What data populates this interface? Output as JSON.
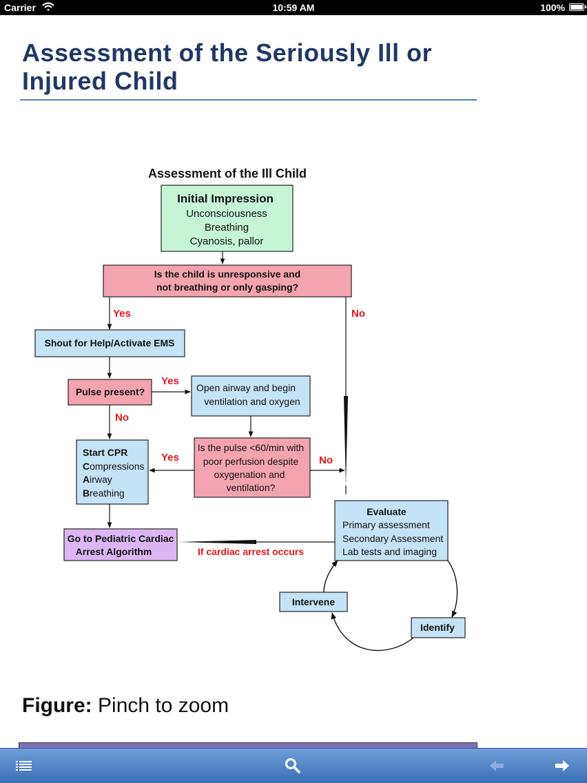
{
  "status_bar": {
    "carrier": "Carrier",
    "time": "10:59 AM",
    "battery": "100%"
  },
  "page": {
    "title": "Assessment of the Seriously Ill or Injured Child"
  },
  "diagram": {
    "heading": "Assessment of the Ill Child",
    "initial_impression": {
      "title": "Initial Impression",
      "lines": [
        "Unconsciousness",
        "Breathing",
        "Cyanosis, pallor"
      ]
    },
    "question1": {
      "lines": [
        "Is the child is unresponsive and",
        "not breathing or only gasping?"
      ]
    },
    "shout": "Shout for Help/Activate EMS",
    "pulse_present": "Pulse present?",
    "open_airway": {
      "lines": [
        "Open airway and begin",
        "ventilation and oxygen"
      ]
    },
    "pulse_question": {
      "lines": [
        "Is the pulse <60/min with",
        "poor perfusion despite",
        "oxygenation and",
        "ventilation?"
      ]
    },
    "cpr": {
      "lines": [
        {
          "bold": "Start CPR",
          "rest": ""
        },
        {
          "bold": "C",
          "rest": "ompressions"
        },
        {
          "bold": "A",
          "rest": "irway"
        },
        {
          "bold": "B",
          "rest": "reathing"
        }
      ]
    },
    "cardiac_algorithm": {
      "lines": [
        "Go to Pediatric Cardiac",
        "Arrest Algorithm"
      ]
    },
    "evaluate": {
      "title": "Evaluate",
      "lines": [
        "Primary assessment",
        "Secondary Assessment",
        "Lab tests and imaging"
      ]
    },
    "intervene": "Intervene",
    "identify": "Identify",
    "labels": {
      "yes": "Yes",
      "no": "No",
      "if_cardiac_arrest": "If cardiac arrest occurs"
    },
    "colors": {
      "green": "#c6f5d6",
      "red": "#f4a3b0",
      "blue": "#c5e3f7",
      "purple": "#dcb5f2",
      "label_red": "#e8141a"
    }
  },
  "caption": {
    "prefix": "Figure:",
    "text": "Pinch to zoom"
  },
  "toolbar": {
    "icons": [
      "list-icon",
      "search-icon",
      "back-arrow-icon",
      "forward-arrow-icon"
    ]
  }
}
